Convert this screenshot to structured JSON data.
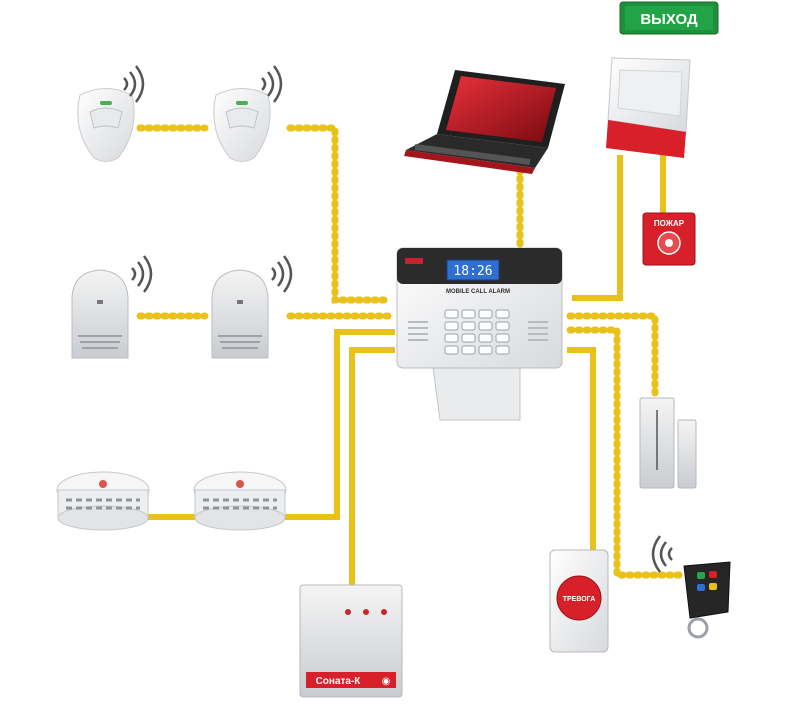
{
  "exit_sign": {
    "label": "ВЫХОД"
  },
  "fire_call_point": {
    "label": "ПОЖАР"
  },
  "panic_button": {
    "label": "ТРЕВОГА"
  },
  "control_panel": {
    "display_value": "18:26",
    "brand_text": "MOBILE CALL ALARM"
  },
  "ups_unit": {
    "brand": "Соната-К"
  },
  "colors": {
    "wire": "#e8c21a",
    "wireless_dots": "#e8c21a",
    "exit_green": "#1e8f3a",
    "siren_red": "#d7202a",
    "lcd_blue": "#2f6fd1"
  }
}
